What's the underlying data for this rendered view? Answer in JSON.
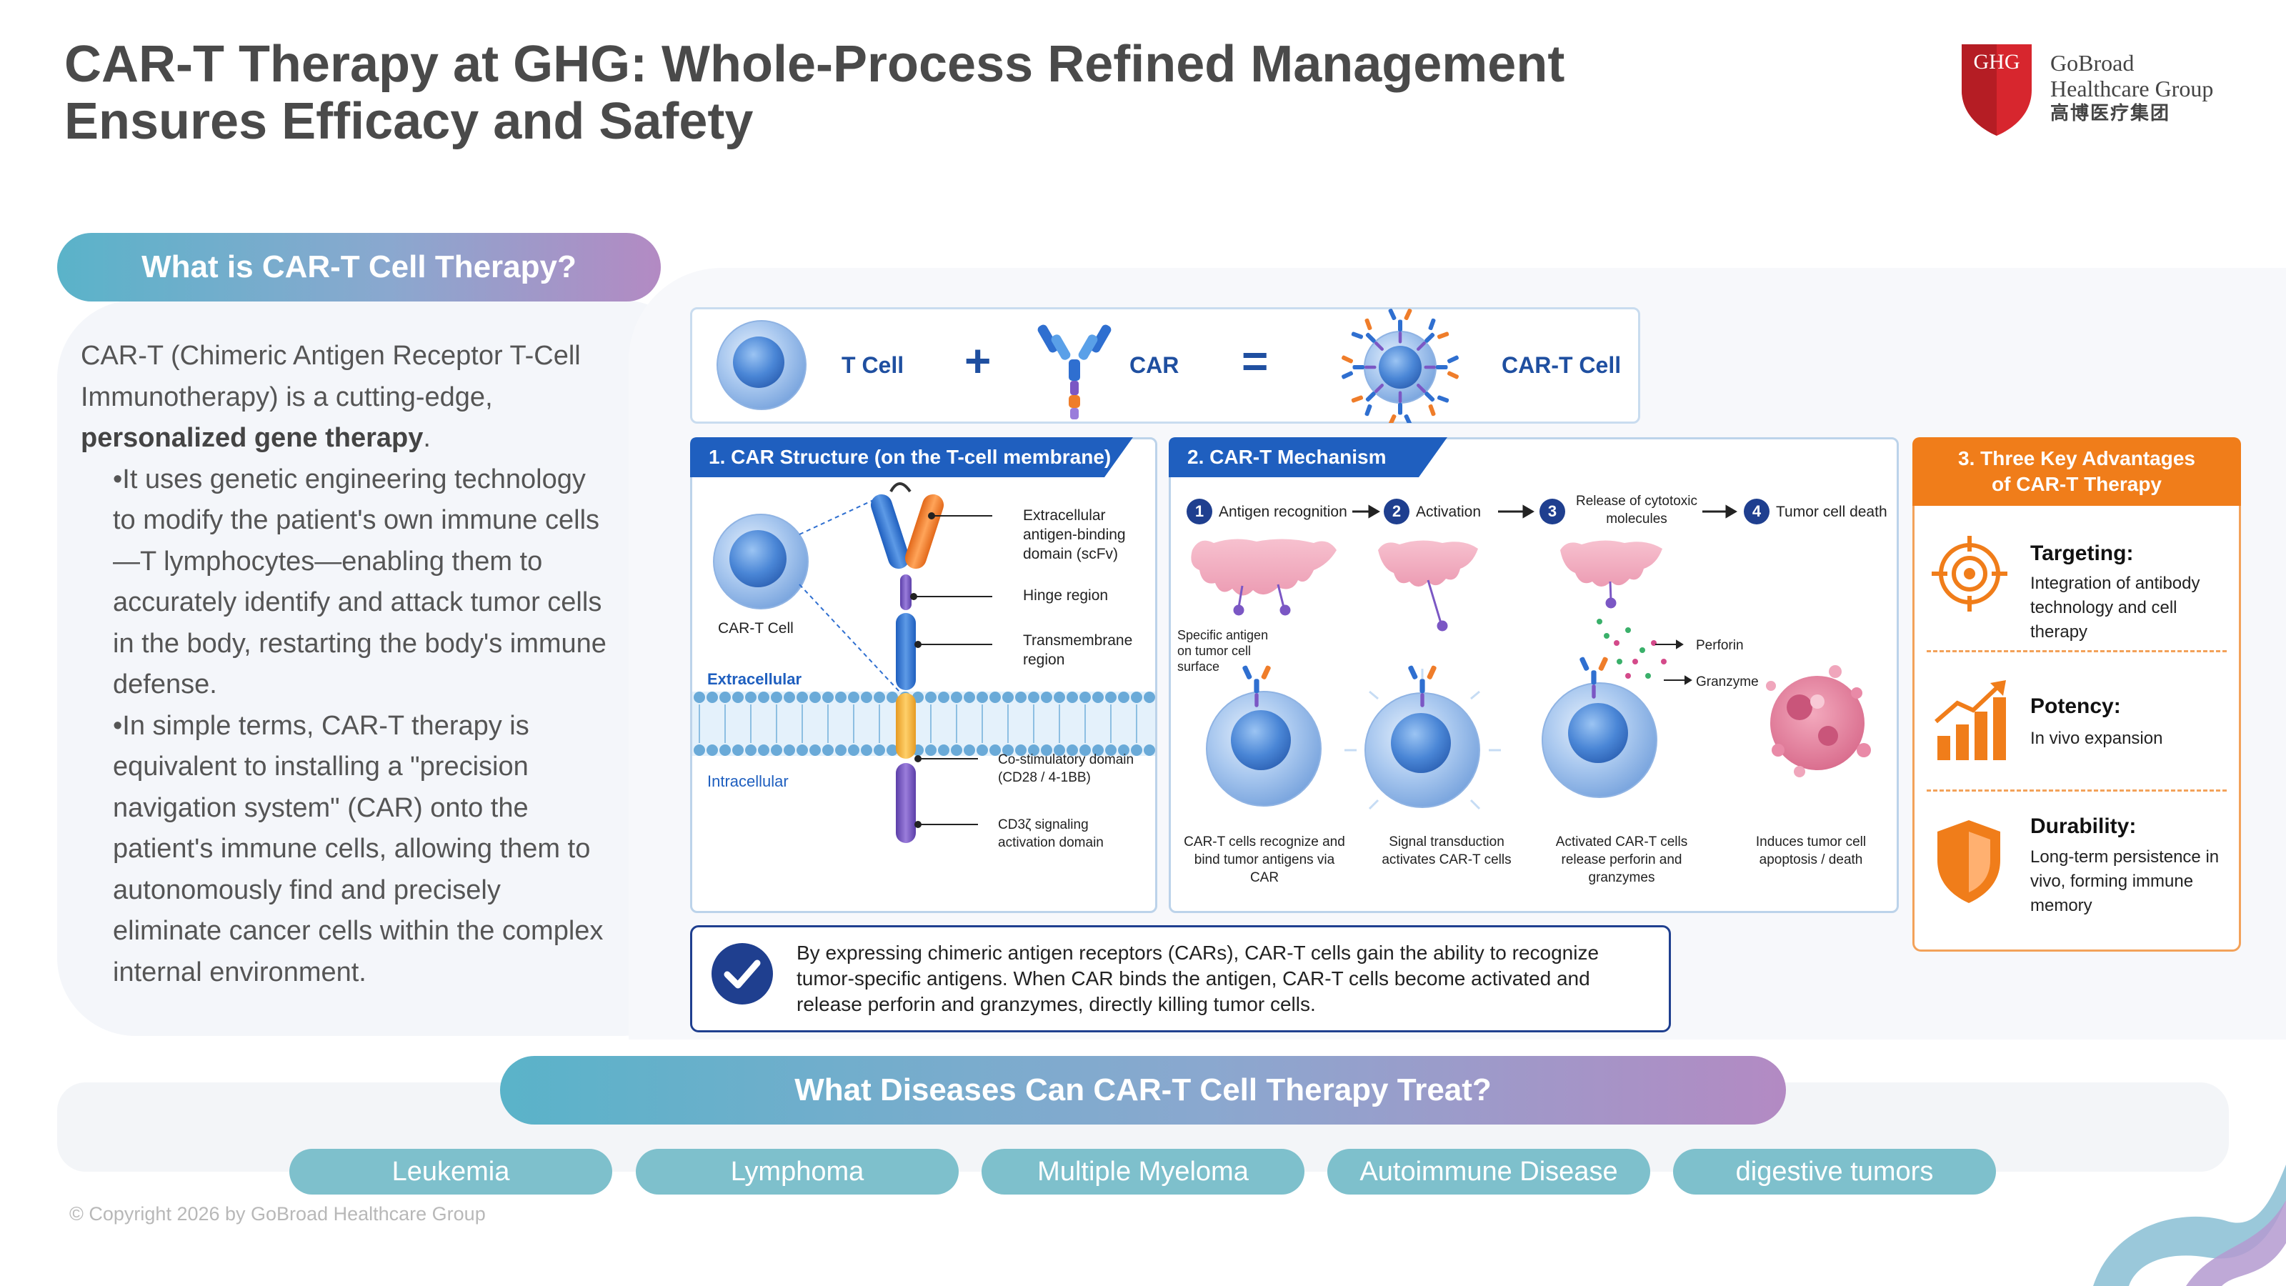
{
  "title": {
    "line1": "CAR-T Therapy at GHG: Whole-Process Refined Management",
    "line2": "Ensures Efficacy and Safety"
  },
  "logo": {
    "badge": "GHG",
    "name_line1": "GoBroad",
    "name_line2": "Healthcare Group",
    "chinese": "高博医疗集团",
    "color": "#d7262e"
  },
  "what_is": {
    "heading": "What is CAR-T Cell Therapy?",
    "intro_plain": "CAR-T (Chimeric Antigen Receptor T-Cell Immunotherapy) is a cutting-edge, ",
    "intro_bold": "personalized gene therapy",
    "intro_end": ".",
    "bullet1": "•It uses genetic engineering technology to modify the patient's own immune cells—T lymphocytes—enabling them to accurately identify and attack tumor cells in the body, restarting the body's immune defense.",
    "bullet2": "•In simple terms, CAR-T therapy is equivalent to installing a \"precision navigation system\" (CAR) onto the patient's immune cells, allowing them to autonomously find and precisely eliminate cancer cells within the complex internal environment."
  },
  "equation": {
    "t_cell": "T Cell",
    "plus": "+",
    "car": "CAR",
    "equals": "=",
    "car_t_cell": "CAR-T Cell"
  },
  "structure": {
    "heading": "1. CAR Structure (on the T-cell membrane)",
    "cell_label": "CAR-T Cell",
    "extracellular": "Extracellular",
    "intracellular": "Intracellular",
    "parts": [
      "Extracellular antigen-binding domain (scFv)",
      "Hinge region",
      "Transmembrane region",
      "Co-stimulatory domain (CD28 / 4-1BB)",
      "CD3ζ signaling activation domain"
    ]
  },
  "mechanism": {
    "heading": "2. CAR-T Mechanism",
    "steps": [
      {
        "num": "1",
        "label": "Antigen recognition"
      },
      {
        "num": "2",
        "label": "Activation"
      },
      {
        "num": "3",
        "label": "Release of cytotoxic molecules"
      },
      {
        "num": "4",
        "label": "Tumor cell death"
      }
    ],
    "antigen_note": "Specific antigen on tumor cell surface",
    "perforin": "Perforin",
    "granzyme": "Granzyme",
    "captions": [
      "CAR-T cells recognize and bind tumor antigens via CAR",
      "Signal transduction activates CAR-T cells",
      "Activated CAR-T cells release perforin and granzymes",
      "Induces tumor cell apoptosis / death"
    ]
  },
  "advantages": {
    "heading_line1": "3. Three Key Advantages",
    "heading_line2": "of CAR-T Therapy",
    "items": [
      {
        "icon": "target-icon",
        "title": "Targeting:",
        "body": "Integration of antibody technology and cell therapy"
      },
      {
        "icon": "growth-chart-icon",
        "title": "Potency:",
        "body": "In vivo expansion"
      },
      {
        "icon": "shield-icon",
        "title": "Durability:",
        "body": "Long-term persistence in vivo, forming immune memory"
      }
    ]
  },
  "summary": "By expressing chimeric antigen receptors (CARs), CAR-T cells gain the ability to recognize tumor-specific antigens. When CAR binds the antigen, CAR-T cells become activated and release perforin and granzymes, directly killing tumor cells.",
  "diseases": {
    "heading": "What Diseases Can CAR-T Cell Therapy Treat?",
    "items": [
      "Leukemia",
      "Lymphoma",
      "Multiple Myeloma",
      "Autoimmune Disease",
      "digestive tumors"
    ]
  },
  "copyright": "© Copyright 2026 by GoBroad Healthcare Group",
  "colors": {
    "navy": "#1f4fa0",
    "orange": "#f07d1a",
    "teal": "#7ec0cc",
    "purple": "#b38ac3"
  }
}
